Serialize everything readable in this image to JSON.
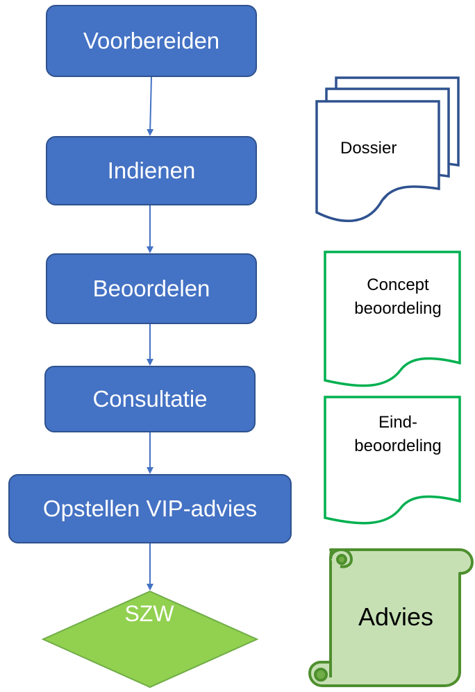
{
  "process_steps": [
    {
      "label": "Voorbereiden"
    },
    {
      "label": "Indienen"
    },
    {
      "label": "Beoordelen"
    },
    {
      "label": "Consultatie"
    },
    {
      "label": "Opstellen VIP-advies"
    }
  ],
  "decision": {
    "label": "SZW"
  },
  "documents": {
    "dossier": {
      "label": "Dossier"
    },
    "concept": {
      "line1": "Concept",
      "line2": "beoordeling"
    },
    "eind": {
      "line1": "Eind-",
      "line2": "beoordeling"
    },
    "advies": {
      "label": "Advies"
    }
  },
  "colors": {
    "step_fill": "#4472C4",
    "step_border": "#2F528F",
    "arrow": "#4472C4",
    "decision_fill": "#92D050",
    "decision_border": "#70AD47",
    "dossier_border": "#2F528F",
    "doc_green_border": "#00B050",
    "scroll_fill": "#C6E0B4",
    "scroll_border": "#70AD47"
  }
}
